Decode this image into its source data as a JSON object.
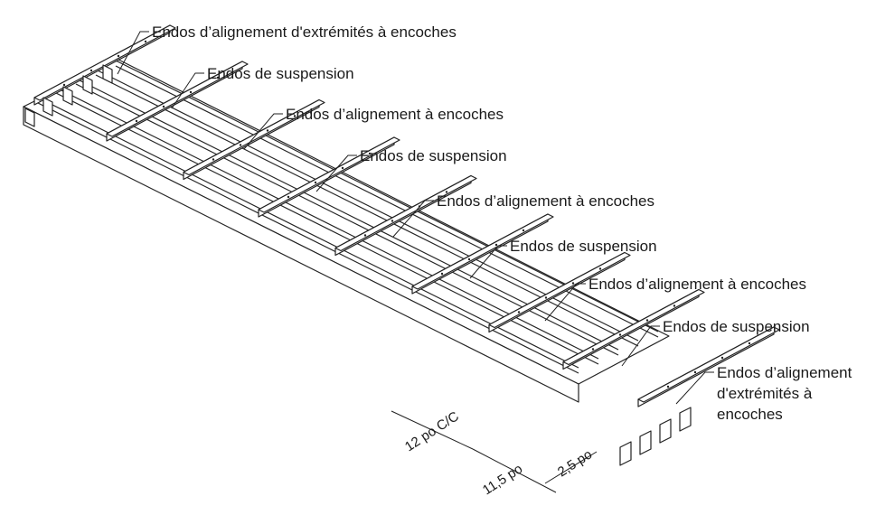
{
  "callouts": {
    "end_top": "Endos d’alignement d'extrémités à encoches",
    "susp_1": "Endos de suspension",
    "align_1": "Endos d’alignement à encoches",
    "susp_2": "Endos de suspension",
    "align_2": "Endos d’alignement à encoches",
    "susp_3": "Endos de suspension",
    "align_3": "Endos d’alignement à encoches",
    "susp_4": "Endos de suspension",
    "end_bottom_line1": "Endos d’alignement",
    "end_bottom_line2": "d'extrémités à",
    "end_bottom_line3": "encoches"
  },
  "dimensions": {
    "spacing_cc": "12 po C/C",
    "width": "11,5 po",
    "depth": "2,5 po"
  }
}
